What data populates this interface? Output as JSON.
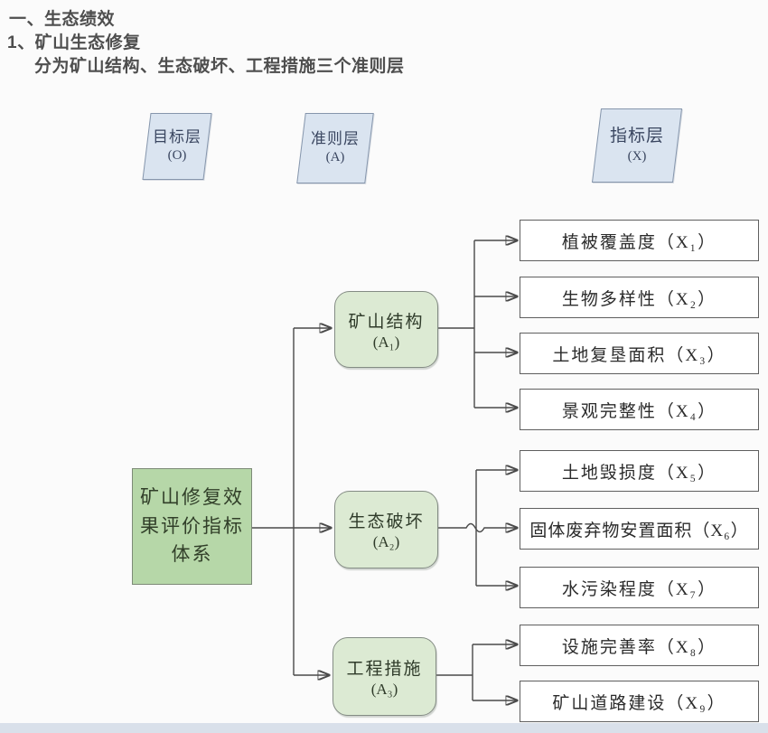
{
  "page": {
    "heading1": "一、生态绩效",
    "heading2": "1、矿山生态修复",
    "heading3": "分为矿山结构、生态破坏、工程措施三个准则层"
  },
  "diagram": {
    "layer_headers": [
      {
        "title": "目标层",
        "symbol": "(O)"
      },
      {
        "title": "准则层",
        "symbol": "(A)"
      },
      {
        "title": "指标层",
        "symbol": "(X)"
      }
    ],
    "root": {
      "line1": "矿山修复效",
      "line2": "果评价指标",
      "line3": "体系"
    },
    "criteria": [
      {
        "title": "矿山结构",
        "symbol": "(A₁)"
      },
      {
        "title": "生态破坏",
        "symbol": "(A₂)"
      },
      {
        "title": "工程措施",
        "symbol": "(A₃)"
      }
    ],
    "indicators": [
      "植被覆盖度（X₁）",
      "生物多样性（X₂）",
      "土地复垦面积（X₃）",
      "景观完整性（X₄）",
      "土地毁损度（X₅）",
      "固体废弃物安置面积（X₆）",
      "水污染程度（X₇）",
      "设施完善率（X₈）",
      "矿山道路建设（X₉）"
    ],
    "colors": {
      "root_fill": "#b6d7a8",
      "criteria_fill": "#dcead3",
      "layer_fill": "#dae4f0",
      "indicator_fill": "#ffffff",
      "line": "#4a4a4a",
      "footer_strip": "#d9e0ea"
    }
  }
}
